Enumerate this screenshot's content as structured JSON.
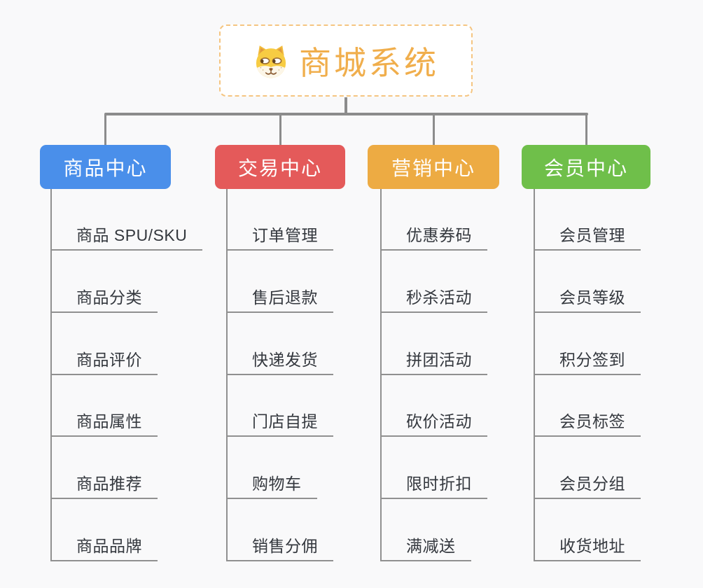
{
  "root": {
    "label": "商城系统",
    "icon": "dog-face-icon",
    "text_color": "#f0ae4c",
    "border_color": "#f5c581"
  },
  "connector_color": "#8c8c8c",
  "branches": [
    {
      "label": "商品中心",
      "color": "#4a8fea",
      "children": [
        "商品 SPU/SKU",
        "商品分类",
        "商品评价",
        "商品属性",
        "商品推荐",
        "商品品牌"
      ]
    },
    {
      "label": "交易中心",
      "color": "#e45a5a",
      "children": [
        "订单管理",
        "售后退款",
        "快递发货",
        "门店自提",
        "购物车",
        "销售分佣"
      ]
    },
    {
      "label": "营销中心",
      "color": "#edab43",
      "children": [
        "优惠券码",
        "秒杀活动",
        "拼团活动",
        "砍价活动",
        "限时折扣",
        "满减送"
      ]
    },
    {
      "label": "会员中心",
      "color": "#6fbf4a",
      "children": [
        "会员管理",
        "会员等级",
        "积分签到",
        "会员标签",
        "会员分组",
        "收货地址"
      ]
    }
  ]
}
